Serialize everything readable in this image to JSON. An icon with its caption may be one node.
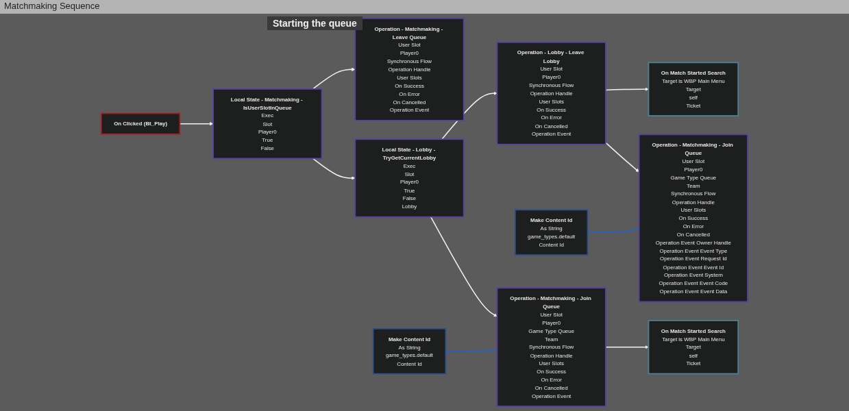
{
  "diagram": {
    "title": "Matchmaking Sequence",
    "nodes": [
      {
        "text": [
          "On Clicked (Bt_Play)"
        ]
      },
      {
        "text": [
          "Local State - Matchmaking - IsUserSlotInQueue",
          "Exec",
          "Slot",
          "Player0",
          "True",
          "False"
        ]
      },
      {
        "text": [
          "Operation - Matchmaking - Leave Queue",
          "User Slot",
          "Player0",
          "Synchronous Flow",
          "Operation Handle",
          "User Slots",
          "On Success",
          "On Error",
          "On Cancelled",
          "Operation Event"
        ]
      },
      {
        "text": [
          "Local State - Lobby - TryGetCurrentLobby",
          "Exec",
          "Slot",
          "Player0",
          "True",
          "False",
          "Lobby"
        ]
      },
      {
        "text": [
          "Operation - Lobby - Leave Lobby",
          "User Slot",
          "Player0",
          "Synchronous Flow",
          "Operation Handle",
          "User Slots",
          "On Success",
          "On Error",
          "On Cancelled",
          "Operation Event"
        ]
      },
      {
        "text": [
          "On Match Started Search",
          "Target is WBP Main Menu",
          "Target",
          "self",
          "Ticket"
        ]
      },
      {
        "text": [
          "Make Content Id",
          "As String",
          "game_types.default",
          "Content Id"
        ]
      },
      {
        "text": [
          "Operation - Matchmaking - Join Queue",
          "User Slot",
          "Player0",
          "Game Type Queue",
          "Team",
          "Synchronous Flow",
          "Operation Handle",
          "User Slots",
          "On Success",
          "On Error",
          "On Cancelled",
          "Operation Event Owner Handle",
          "Operation Event Event Type",
          "Operation Event Request Id",
          "Operation Event Event Id",
          "Operation Event System",
          "Operation Event Event Code",
          "Operation Event Event Data"
        ]
      },
      {
        "text": [
          "Make Content Id",
          "As String",
          "game_types.default",
          "Content Id"
        ]
      },
      {
        "text": [
          "Operation - Matchmaking - Join Queue",
          "User Slot",
          "Player0",
          "Game Type Queue",
          "Team",
          "Synchronous Flow",
          "Operation Handle",
          "User Slots",
          "On Success",
          "On Error",
          "On Cancelled",
          "Operation Event"
        ]
      },
      {
        "text": [
          "On Match Started Search",
          "Target is WBP Main Menu",
          "Target",
          "self",
          "Ticket"
        ]
      }
    ],
    "edges": [
      {
        "from": 0,
        "to": 1,
        "arrow": "to"
      },
      {
        "from": 1,
        "to": 2,
        "arrow": "to"
      },
      {
        "from": 1,
        "to": 3,
        "arrow": "to"
      },
      {
        "from": 3,
        "to": 4,
        "arrow": "to"
      },
      {
        "from": 4,
        "to": 5,
        "arrow": "to"
      },
      {
        "from": 4,
        "to": 7,
        "arrow": "to"
      },
      {
        "from": 6,
        "to": 7,
        "arrow": "none",
        "color": "#1f5fd6"
      },
      {
        "from": 3,
        "to": 9,
        "arrow": "to"
      },
      {
        "from": 8,
        "to": 9,
        "arrow": "none",
        "color": "#1f5fd6"
      },
      {
        "from": 9,
        "to": 10,
        "arrow": "to"
      }
    ],
    "labels": [
      "Starting the queue"
    ]
  }
}
